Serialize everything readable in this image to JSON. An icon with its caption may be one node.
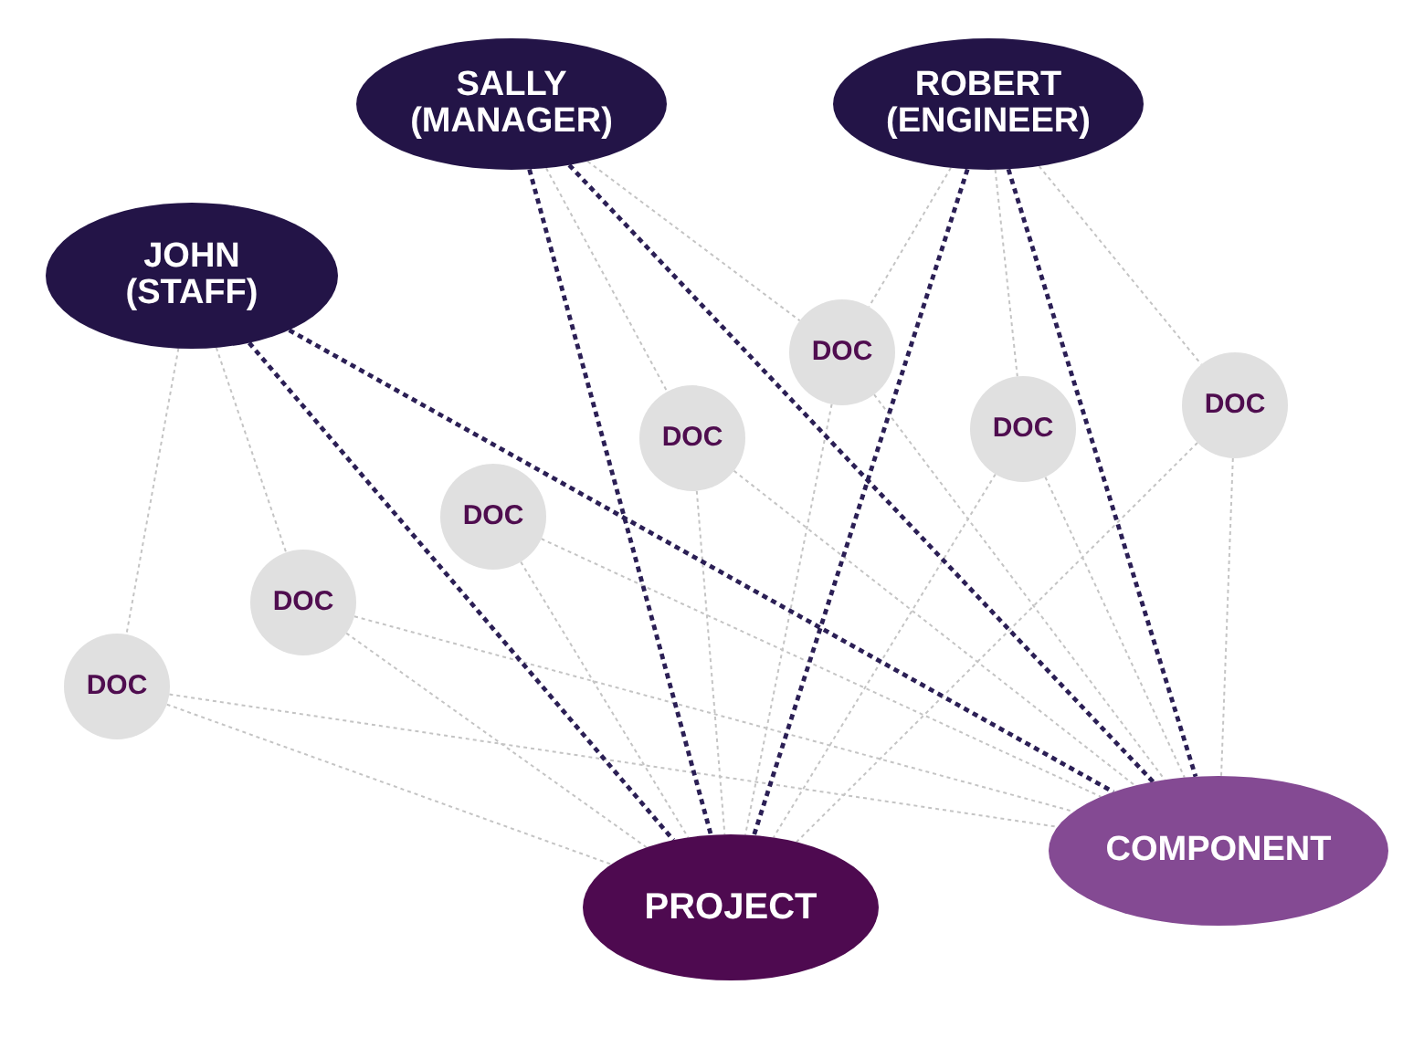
{
  "diagram": {
    "nodes": [
      {
        "text": [
          "SALLY (MANAGER)"
        ]
      },
      {
        "text": [
          "ROBERT (ENGINEER)"
        ]
      },
      {
        "text": [
          "JOHN (STAFF)"
        ]
      },
      {
        "text": [
          "DOC"
        ]
      },
      {
        "text": [
          "DOC"
        ]
      },
      {
        "text": [
          "DOC"
        ]
      },
      {
        "text": [
          "DOC"
        ]
      },
      {
        "text": [
          "DOC"
        ]
      },
      {
        "text": [
          "DOC"
        ]
      },
      {
        "text": [
          "DOC"
        ]
      },
      {
        "text": [
          "PROJECT"
        ]
      },
      {
        "text": [
          "COMPONENT"
        ]
      }
    ],
    "edges": [
      {
        "from": 2,
        "to": 9,
        "arrow": "none"
      },
      {
        "from": 2,
        "to": 8,
        "arrow": "none"
      },
      {
        "from": 0,
        "to": 4,
        "arrow": "none"
      },
      {
        "from": 0,
        "to": 3,
        "arrow": "none"
      },
      {
        "from": 1,
        "to": 3,
        "arrow": "none"
      },
      {
        "from": 1,
        "to": 5,
        "arrow": "none"
      },
      {
        "from": 1,
        "to": 6,
        "arrow": "none"
      },
      {
        "from": 9,
        "to": 10,
        "arrow": "none"
      },
      {
        "from": 9,
        "to": 11,
        "arrow": "none"
      },
      {
        "from": 8,
        "to": 10,
        "arrow": "none"
      },
      {
        "from": 8,
        "to": 11,
        "arrow": "none"
      },
      {
        "from": 7,
        "to": 10,
        "arrow": "none"
      },
      {
        "from": 7,
        "to": 11,
        "arrow": "none"
      },
      {
        "from": 4,
        "to": 10,
        "arrow": "none"
      },
      {
        "from": 4,
        "to": 11,
        "arrow": "none"
      },
      {
        "from": 3,
        "to": 10,
        "arrow": "none"
      },
      {
        "from": 3,
        "to": 11,
        "arrow": "none"
      },
      {
        "from": 5,
        "to": 10,
        "arrow": "none"
      },
      {
        "from": 5,
        "to": 11,
        "arrow": "none"
      },
      {
        "from": 6,
        "to": 10,
        "arrow": "none"
      },
      {
        "from": 6,
        "to": 11,
        "arrow": "none"
      },
      {
        "from": 2,
        "to": 10,
        "arrow": "none",
        "style": "dashed",
        "color": "#2b1f55"
      },
      {
        "from": 2,
        "to": 11,
        "arrow": "none",
        "style": "dashed",
        "color": "#2b1f55"
      },
      {
        "from": 0,
        "to": 10,
        "arrow": "none",
        "style": "dashed",
        "color": "#2b1f55"
      },
      {
        "from": 0,
        "to": 11,
        "arrow": "none",
        "style": "dashed",
        "color": "#2b1f55"
      },
      {
        "from": 1,
        "to": 10,
        "arrow": "none",
        "style": "dashed",
        "color": "#2b1f55"
      },
      {
        "from": 1,
        "to": 11,
        "arrow": "none",
        "style": "dashed",
        "color": "#2b1f55"
      }
    ]
  }
}
